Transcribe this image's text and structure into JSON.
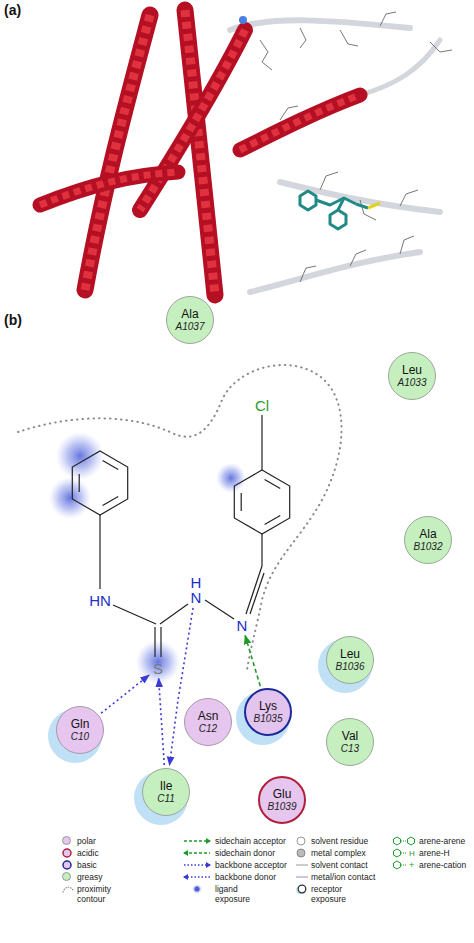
{
  "diagram": {
    "nodes": [
      {
        "text": [
          "Ala",
          "A1037"
        ]
      },
      {
        "text": [
          "Leu",
          "A1033"
        ]
      },
      {
        "text": [
          "Cl"
        ]
      },
      {
        "text": [
          "Ala",
          "B1032"
        ]
      },
      {
        "text": [
          "H",
          "N"
        ]
      },
      {
        "text": [
          "HN"
        ]
      },
      {
        "text": [
          "N"
        ]
      },
      {
        "text": [
          "Leu",
          "B1036"
        ]
      },
      {
        "text": [
          "S"
        ]
      },
      {
        "text": [
          "Lys",
          "B1035"
        ]
      },
      {
        "text": [
          "Asn",
          "C12"
        ]
      },
      {
        "text": [
          "Gln",
          "C10"
        ]
      },
      {
        "text": [
          "Val",
          "C13"
        ]
      },
      {
        "text": [
          "Ile",
          "C11"
        ]
      },
      {
        "text": [
          "Glu",
          "B1039"
        ]
      }
    ],
    "edges": [
      {
        "from": 11,
        "to": 8,
        "arrow": "to"
      },
      {
        "from": 13,
        "to": 8,
        "arrow": "to"
      },
      {
        "from": 4,
        "to": 13,
        "arrow": "to"
      },
      {
        "from": 9,
        "to": 6,
        "arrow": "to"
      }
    ],
    "labels": [
      "(a)",
      "(b)",
      "H",
      "+"
    ],
    "legend": [
      {
        "text": "polar",
        "color": "#e6c6ef"
      },
      {
        "text": "acidic"
      },
      {
        "text": "basic"
      },
      {
        "text": "greasy",
        "color": "#c6efc0"
      },
      {
        "text": "proximity contour"
      },
      {
        "text": "sidechain acceptor"
      },
      {
        "text": "sidechain donor"
      },
      {
        "text": "backbone acceptor"
      },
      {
        "text": "backbone donor"
      },
      {
        "text": "ligand exposure"
      },
      {
        "text": "solvent residue"
      },
      {
        "text": "metal complex"
      },
      {
        "text": "solvent contact"
      },
      {
        "text": "metal/ion contact"
      },
      {
        "text": "receptor exposure"
      },
      {
        "text": "arene-arene"
      },
      {
        "text": "arene-H"
      },
      {
        "text": "arene-cation"
      }
    ]
  }
}
